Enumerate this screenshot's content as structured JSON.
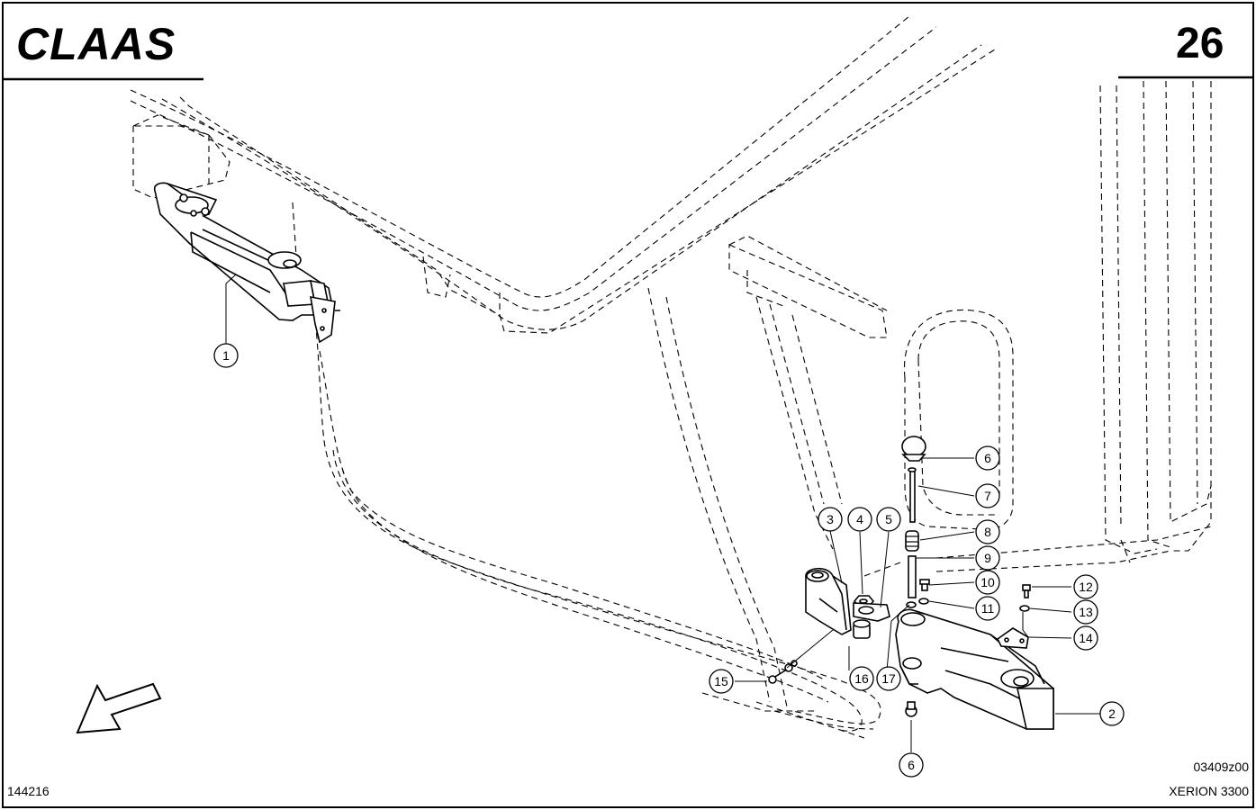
{
  "header": {
    "brand": "CLAAS",
    "page_number": "26"
  },
  "callouts": [
    {
      "label": "1"
    },
    {
      "label": "2"
    },
    {
      "label": "3"
    },
    {
      "label": "4"
    },
    {
      "label": "5"
    },
    {
      "label": "6"
    },
    {
      "label": "7"
    },
    {
      "label": "8"
    },
    {
      "label": "9"
    },
    {
      "label": "10"
    },
    {
      "label": "11"
    },
    {
      "label": "12"
    },
    {
      "label": "13"
    },
    {
      "label": "14"
    },
    {
      "label": "15"
    },
    {
      "label": "16"
    },
    {
      "label": "17"
    },
    {
      "label": "6"
    }
  ],
  "footer": {
    "drawing_code": "03409z00",
    "part_ref": "144216",
    "model": "XERION 3300"
  },
  "icons": {
    "direction_arrow": "arrow-down-left-icon"
  }
}
